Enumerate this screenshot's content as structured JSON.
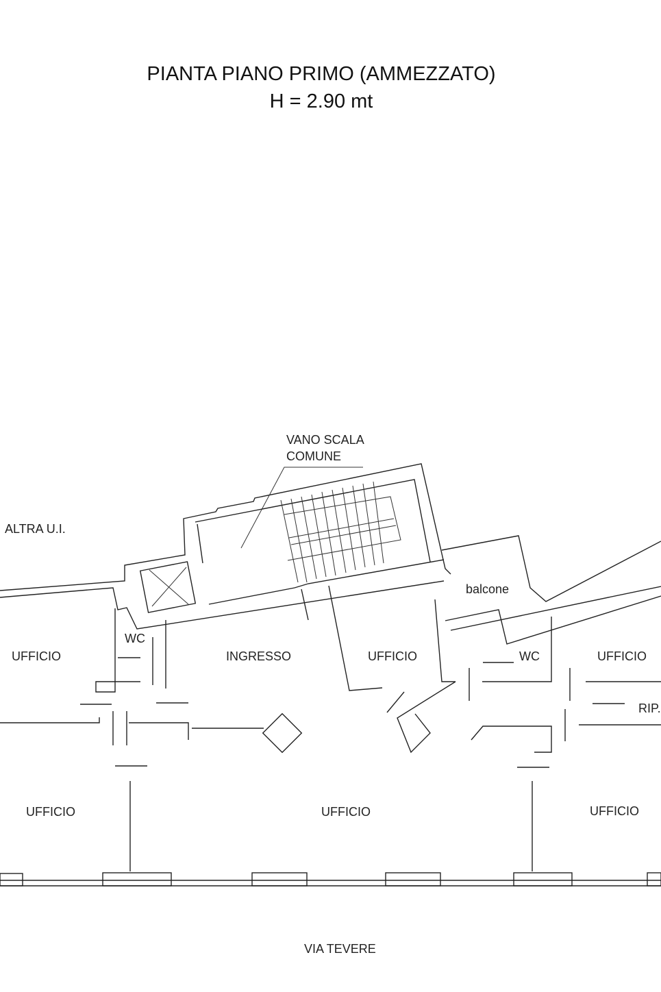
{
  "title": "PIANTA PIANO PRIMO (AMMEZZATO)",
  "subtitle": "H = 2.90 mt",
  "labels": {
    "vano_scala_1": "VANO SCALA",
    "vano_scala_2": "COMUNE",
    "altra_ui": "ALTRA U.I.",
    "balcone": "balcone",
    "ufficio_left_upper": "UFFICIO",
    "wc_left": "WC",
    "ingresso": "INGRESSO",
    "ufficio_center_upper": "UFFICIO",
    "wc_right": "WC",
    "ufficio_right_upper": "UFFICIO",
    "rip": "RIP.",
    "ufficio_left_lower": "UFFICIO",
    "ufficio_center_lower": "UFFICIO",
    "ufficio_right_lower": "UFFICIO",
    "street": "VIA TEVERE"
  }
}
